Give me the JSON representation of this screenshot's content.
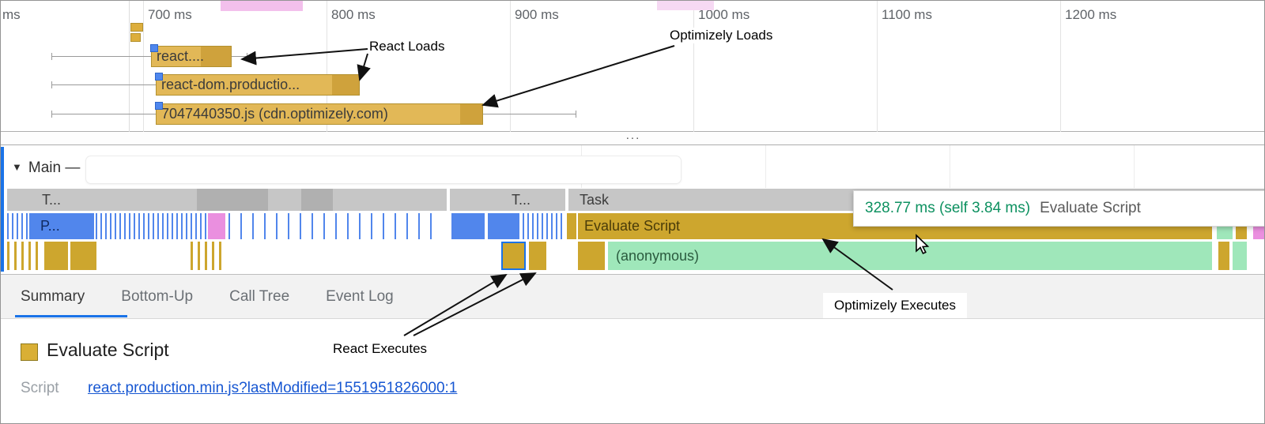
{
  "ruler": {
    "edge_label": "ms",
    "ticks": [
      {
        "label": "700 ms"
      },
      {
        "label": "800 ms"
      },
      {
        "label": "900 ms"
      },
      {
        "label": "1000 ms"
      },
      {
        "label": "1100 ms"
      },
      {
        "label": "1200 ms"
      }
    ]
  },
  "network": {
    "requests": [
      {
        "label": "react...."
      },
      {
        "label": "react-dom.productio..."
      },
      {
        "label": "7047440350.js (cdn.optimizely.com)"
      }
    ]
  },
  "resize_handle": "...",
  "main_track": {
    "collapse_icon": "▼",
    "label": "Main —",
    "row_tasks": {
      "t1": "T...",
      "t2": "T...",
      "task": "Task"
    },
    "row_mid": {
      "p": "P...",
      "evaluate_script": "Evaluate Script"
    },
    "row_bottom": {
      "anonymous": "(anonymous)"
    }
  },
  "tooltip": {
    "timing": "328.77 ms (self 3.84 ms)",
    "label": "Evaluate Script"
  },
  "annotations": {
    "react_loads": "React Loads",
    "optimizely_loads": "Optimizely Loads",
    "react_executes": "React Executes",
    "optimizely_executes": "Optimizely Executes"
  },
  "tabs": [
    {
      "label": "Summary"
    },
    {
      "label": "Bottom-Up"
    },
    {
      "label": "Call Tree"
    },
    {
      "label": "Event Log"
    }
  ],
  "summary": {
    "title": "Evaluate Script",
    "script_label": "Script",
    "script_link": "react.production.min.js?lastModified=1551951826000:1"
  }
}
